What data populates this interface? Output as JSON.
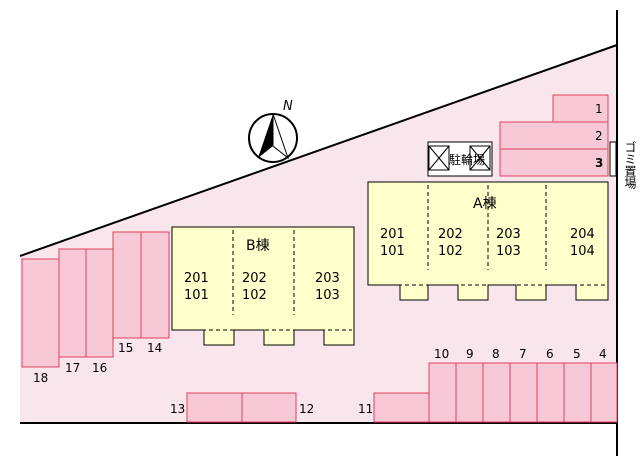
{
  "buildings": {
    "a": {
      "label": "A棟",
      "units": [
        {
          "upper": "201",
          "lower": "101"
        },
        {
          "upper": "202",
          "lower": "102"
        },
        {
          "upper": "203",
          "lower": "103"
        },
        {
          "upper": "204",
          "lower": "104"
        }
      ]
    },
    "b": {
      "label": "B棟",
      "units": [
        {
          "upper": "201",
          "lower": "101"
        },
        {
          "upper": "202",
          "lower": "102"
        },
        {
          "upper": "203",
          "lower": "103"
        }
      ]
    }
  },
  "bicycle_parking": {
    "label": "駐輪場"
  },
  "garbage_area": {
    "label": "ゴミ置場"
  },
  "compass": {
    "north_label": "N"
  },
  "parking": {
    "top_right": [
      "1",
      "2",
      "3"
    ],
    "bottom_right": [
      "10",
      "9",
      "8",
      "7",
      "6",
      "5",
      "4"
    ],
    "left_low": [
      "18",
      "17",
      "16"
    ],
    "left_high": [
      "15",
      "14"
    ],
    "bottom_middle": [
      "13",
      "12"
    ],
    "single": "11"
  },
  "colors": {
    "site_fill": "#f8e6ec",
    "building_fill": "#ffffcc",
    "parking_fill": "#f7c9d6",
    "parking_outline": "#e04060"
  }
}
